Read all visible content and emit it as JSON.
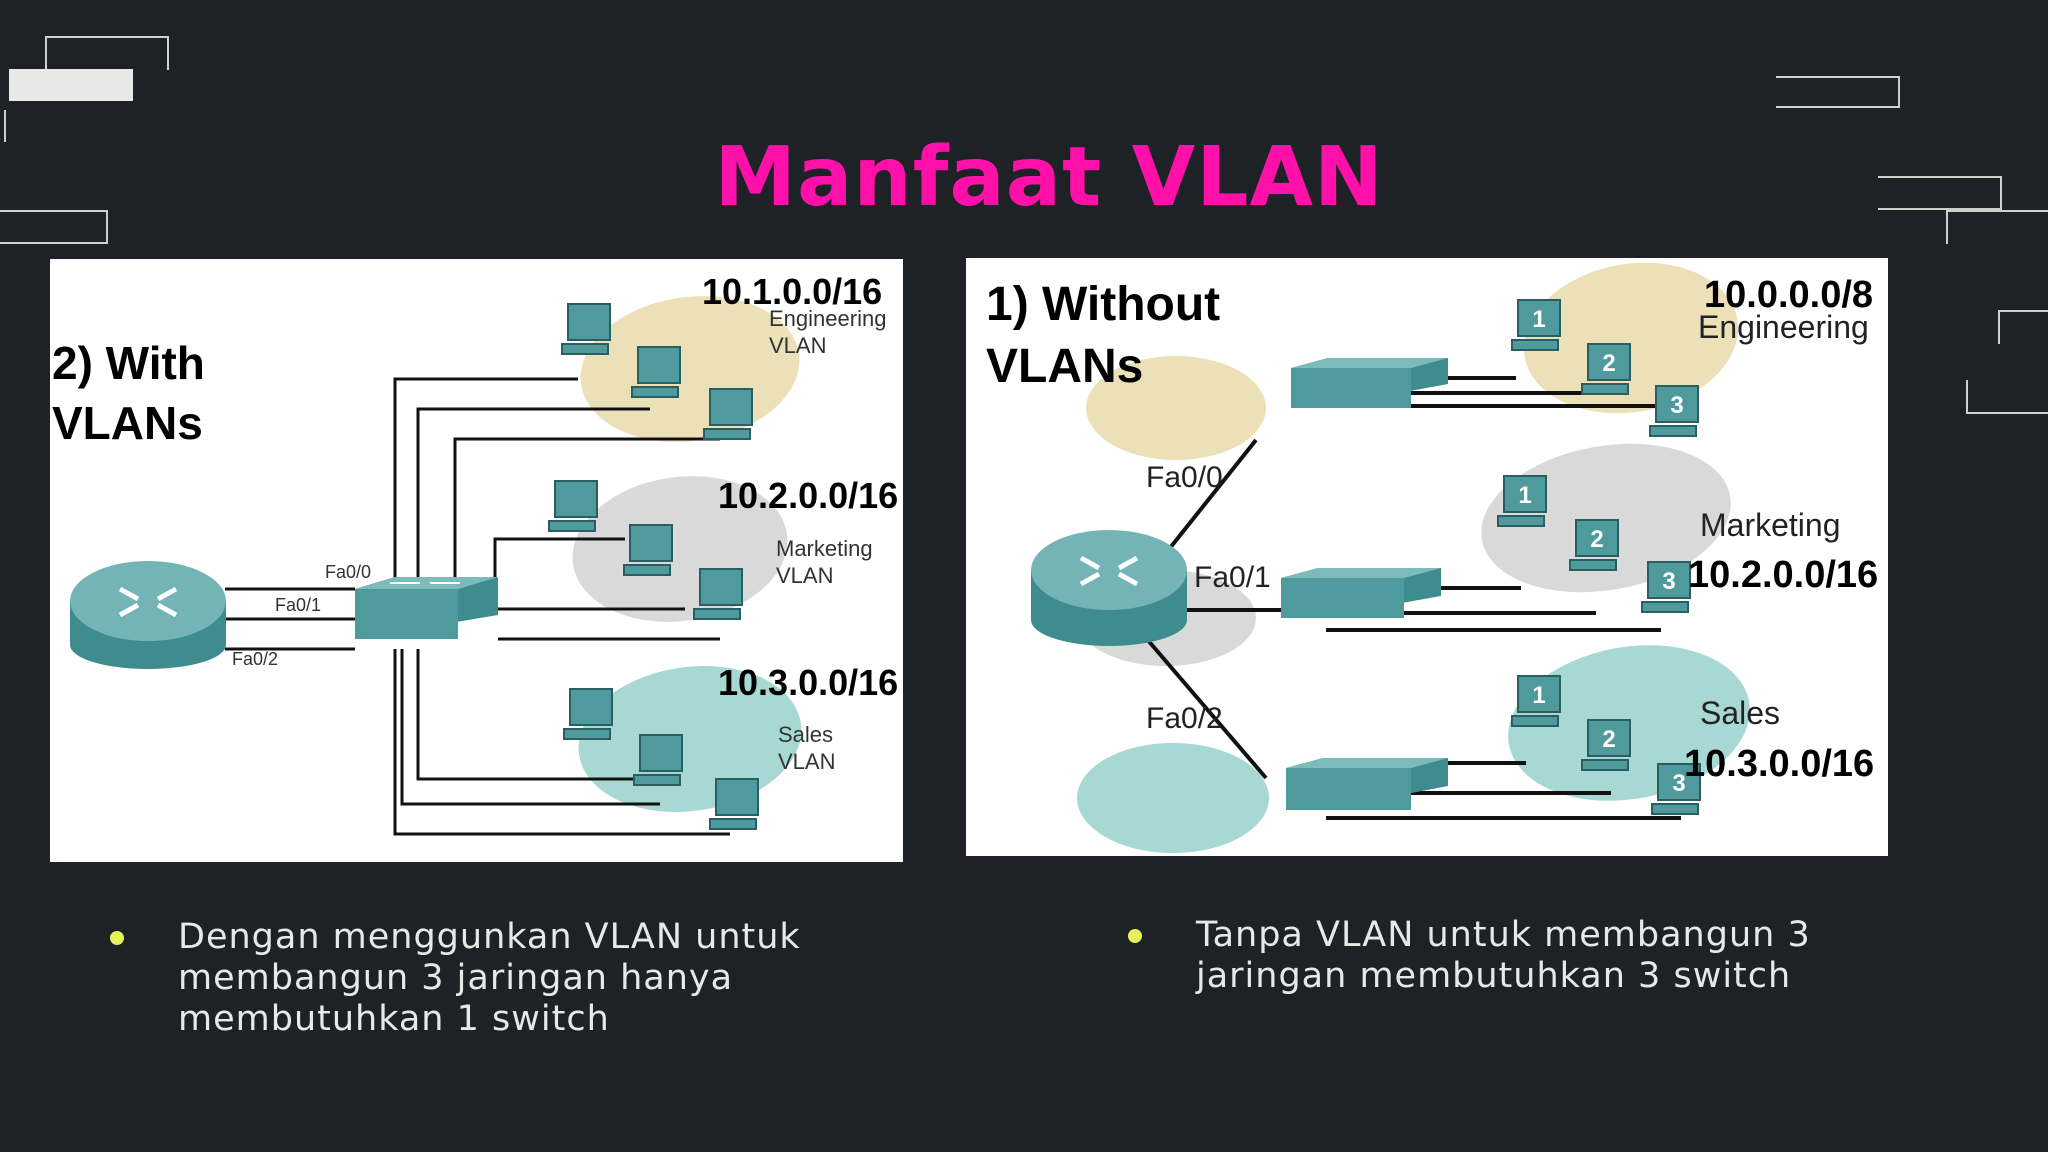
{
  "slide": {
    "title": "Manfaat VLAN"
  },
  "left_diagram": {
    "heading_line1": "2) With",
    "heading_line2": "VLANs",
    "ports": [
      "Fa0/0",
      "Fa0/1",
      "Fa0/2"
    ],
    "groups": [
      {
        "subnet": "10.1.0.0/16",
        "name_line1": "Engineering",
        "name_line2": "VLAN"
      },
      {
        "subnet": "10.2.0.0/16",
        "name_line1": "Marketing",
        "name_line2": "VLAN"
      },
      {
        "subnet": "10.3.0.0/16",
        "name_line1": "Sales",
        "name_line2": "VLAN"
      }
    ]
  },
  "right_diagram": {
    "heading_line1": "1) Without",
    "heading_line2": "VLANs",
    "ports": [
      "Fa0/0",
      "Fa0/1",
      "Fa0/2"
    ],
    "groups": [
      {
        "subnet": "10.0.0.0/8",
        "name": "Engineering"
      },
      {
        "subnet": "10.2.0.0/16",
        "name": "Marketing"
      },
      {
        "subnet": "10.3.0.0/16",
        "name": "Sales"
      }
    ],
    "pc_numbers": [
      "1",
      "2",
      "3"
    ]
  },
  "bullets": {
    "left": [
      "Dengan menggunkan VLAN untuk",
      "membangun 3 jaringan hanya",
      "membutuhkan 1 switch"
    ],
    "right": [
      "Tanpa VLAN untuk membangun 3",
      "jaringan membutuhkan 3 switch"
    ]
  },
  "colors": {
    "title": "#ff10a8",
    "background": "#1e2226",
    "bullet_dot": "#e6f25a",
    "engineering_zone": "#ebe0b8",
    "marketing_zone": "#d9d9d9",
    "sales_zone": "#a8d8d4",
    "device": "#4e9a9c"
  }
}
